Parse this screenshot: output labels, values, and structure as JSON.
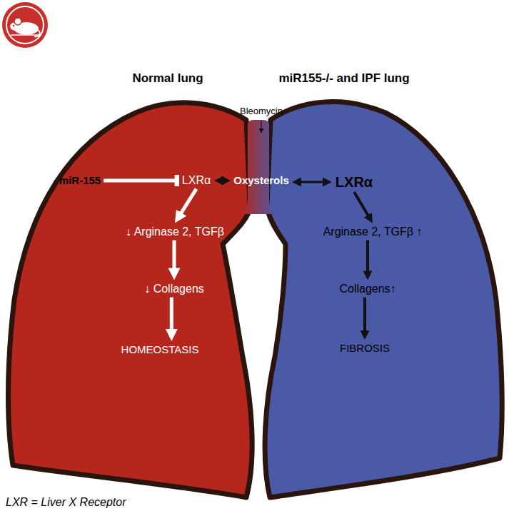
{
  "diagram": {
    "nodes": [
      {
        "text": [
          "Normal lung"
        ]
      },
      {
        "text": [
          "miR-155"
        ],
        "in": 0
      },
      {
        "text": [
          "LXRα"
        ],
        "in": 0
      },
      {
        "text": [
          "↓ Arginase 2, TGFβ"
        ],
        "in": 0
      },
      {
        "text": [
          "↓ Collagens"
        ],
        "in": 0
      },
      {
        "text": [
          "HOMEOSTASIS"
        ],
        "in": 0
      },
      {
        "text": [
          "Oxysterols"
        ]
      },
      {
        "text": [
          "miR155-/- and IPF lung"
        ]
      },
      {
        "text": [
          "LXRα"
        ],
        "in": 7
      },
      {
        "text": [
          "Arginase 2, TGFβ ↑"
        ],
        "in": 7
      },
      {
        "text": [
          "Collagens↑"
        ],
        "in": 7
      },
      {
        "text": [
          "FIBROSIS"
        ],
        "in": 7
      }
    ],
    "edges": [
      {
        "from": 1,
        "to": 2,
        "arrow": "to"
      },
      {
        "from": 6,
        "to": 2,
        "arrow": "both"
      },
      {
        "from": 6,
        "to": 8,
        "arrow": "both"
      },
      {
        "from": 2,
        "to": 3,
        "arrow": "to"
      },
      {
        "from": 3,
        "to": 4,
        "arrow": "to"
      },
      {
        "from": 4,
        "to": 5,
        "arrow": "to"
      },
      {
        "from": 8,
        "to": 9,
        "arrow": "to"
      },
      {
        "from": 9,
        "to": 10,
        "arrow": "to"
      },
      {
        "from": 10,
        "to": 11,
        "arrow": "to"
      }
    ],
    "labels": [
      "Bleomycin",
      "LXR = Liver X Receptor"
    ]
  }
}
